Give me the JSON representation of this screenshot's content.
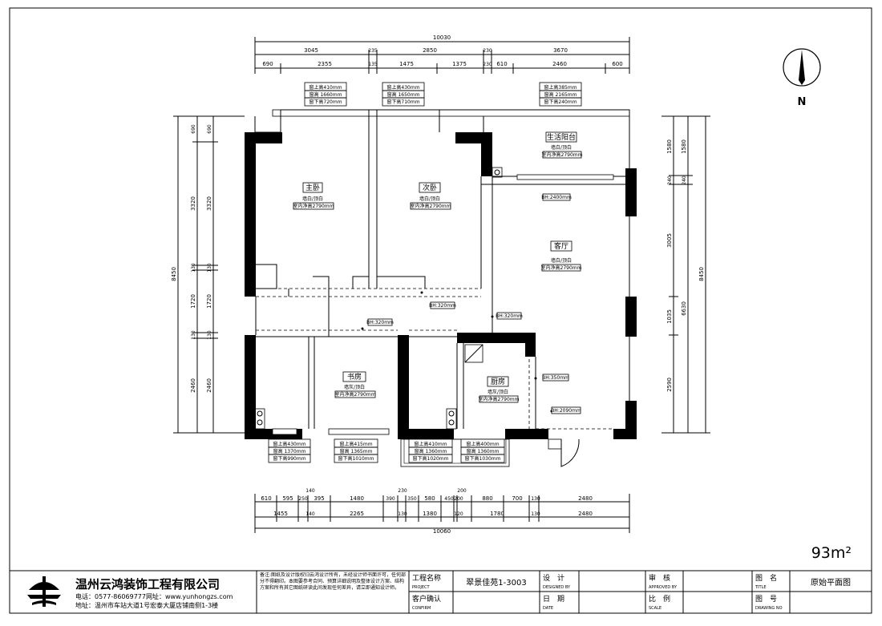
{
  "header_dims": {
    "total_top": "10030",
    "row1": [
      "3045",
      "235",
      "2850",
      "230",
      "3670"
    ],
    "row2": [
      "690",
      "2355",
      "135",
      "1475",
      "1375",
      "230",
      "610",
      "2460",
      "600"
    ]
  },
  "bottom_dims": {
    "total": "10060",
    "row1": [
      "610",
      "595",
      "250",
      "395",
      "1480",
      "390",
      "350",
      "580",
      "450",
      "200",
      "880",
      "700",
      "130",
      "2480"
    ],
    "row2": [
      "1455",
      "140",
      "2265",
      "130",
      "1380",
      "120",
      "1780",
      "130",
      "2480"
    ],
    "row1_top": [
      "140",
      "230",
      "200"
    ]
  },
  "left_dims": {
    "total": "8450",
    "outer": [
      "690",
      "3320",
      "130",
      "1720",
      "130",
      "2460"
    ],
    "inner": [
      "690",
      "3320",
      "130",
      "1720",
      "130",
      "2460"
    ]
  },
  "right_dims": {
    "total": "8450",
    "outer": [
      "1580",
      "240",
      "3005",
      "1035",
      "2590"
    ],
    "inner": [
      "1580",
      "240",
      "6630"
    ]
  },
  "windows_top": [
    [
      "窗上高410mm",
      "窗高 1660mm",
      "窗下高720mm"
    ],
    [
      "窗上高430mm",
      "窗高 1650mm",
      "窗下高710mm"
    ],
    [
      "窗上高385mm",
      "窗高 2165mm",
      "窗下高240mm"
    ]
  ],
  "windows_bottom": [
    [
      "窗上高430mm",
      "窗高 1370mm",
      "窗下高990mm"
    ],
    [
      "窗上高415mm",
      "窗高 1365mm",
      "窗下高1010mm"
    ],
    [
      "窗上高410mm",
      "窗高 1360mm",
      "窗下高1020mm"
    ],
    [
      "窗上高400mm",
      "窗高 1360mm",
      "窗下高1030mm"
    ]
  ],
  "rooms": [
    {
      "name": "主卧",
      "sub": "墙白/顶白",
      "h": "室内净高2790mm"
    },
    {
      "name": "次卧",
      "sub": "墙白/顶白",
      "h": "室内净高2790mm"
    },
    {
      "name": "生活阳台",
      "sub": "墙白/顶白",
      "h": "室内净高2790mm"
    },
    {
      "name": "客厅",
      "sub": "墙白/顶白",
      "h": "室内净高2790mm"
    },
    {
      "name": "书房",
      "sub": "墙灰/顶白",
      "h": "室内净高2790mm"
    },
    {
      "name": "厨房",
      "sub": "墙灰/顶白",
      "h": "室内净高2790mm"
    }
  ],
  "beams": [
    "BH:2400mm",
    "BH:320mm",
    "BH:320mm",
    "BH:320mm",
    "BH:350mm",
    "BH:2090mm"
  ],
  "compass": "N",
  "area": "93m²",
  "titleblock": {
    "company": "温州云鸿装饰工程有限公司",
    "phone": "电话：0577-86069777网址：www.yunhongzs.com",
    "address": "地址：温州市车站大道1号宏泰大厦店铺南侧1-3楼",
    "note": "备注:图纸及设计版权归云鸿设计所有，未经设计师书面许可，任何部分不得翻印。本图要参考合同、预算详细说明及整体设计方案、结构方案和所有其它图纸研读此间发现任何差异，请立即通知设计师。",
    "project_label": "工程名称",
    "project_en": "PROJECT",
    "project_value": "翠景佳苑1-3003",
    "confirm_label": "客户确认",
    "confirm_en": "CONFIRM",
    "design_label": "设　计",
    "design_en": "DESIGNED BY",
    "date_label": "日　期",
    "date_en": "DATE",
    "approve_label": "审　核",
    "approve_en": "APPROVED BY",
    "scale_label": "比　例",
    "scale_en": "SCALE",
    "title_label": "图　名",
    "title_en": "TITLE",
    "title_value": "原始平面图",
    "no_label": "图　号",
    "no_en": "DRAWING NO"
  }
}
